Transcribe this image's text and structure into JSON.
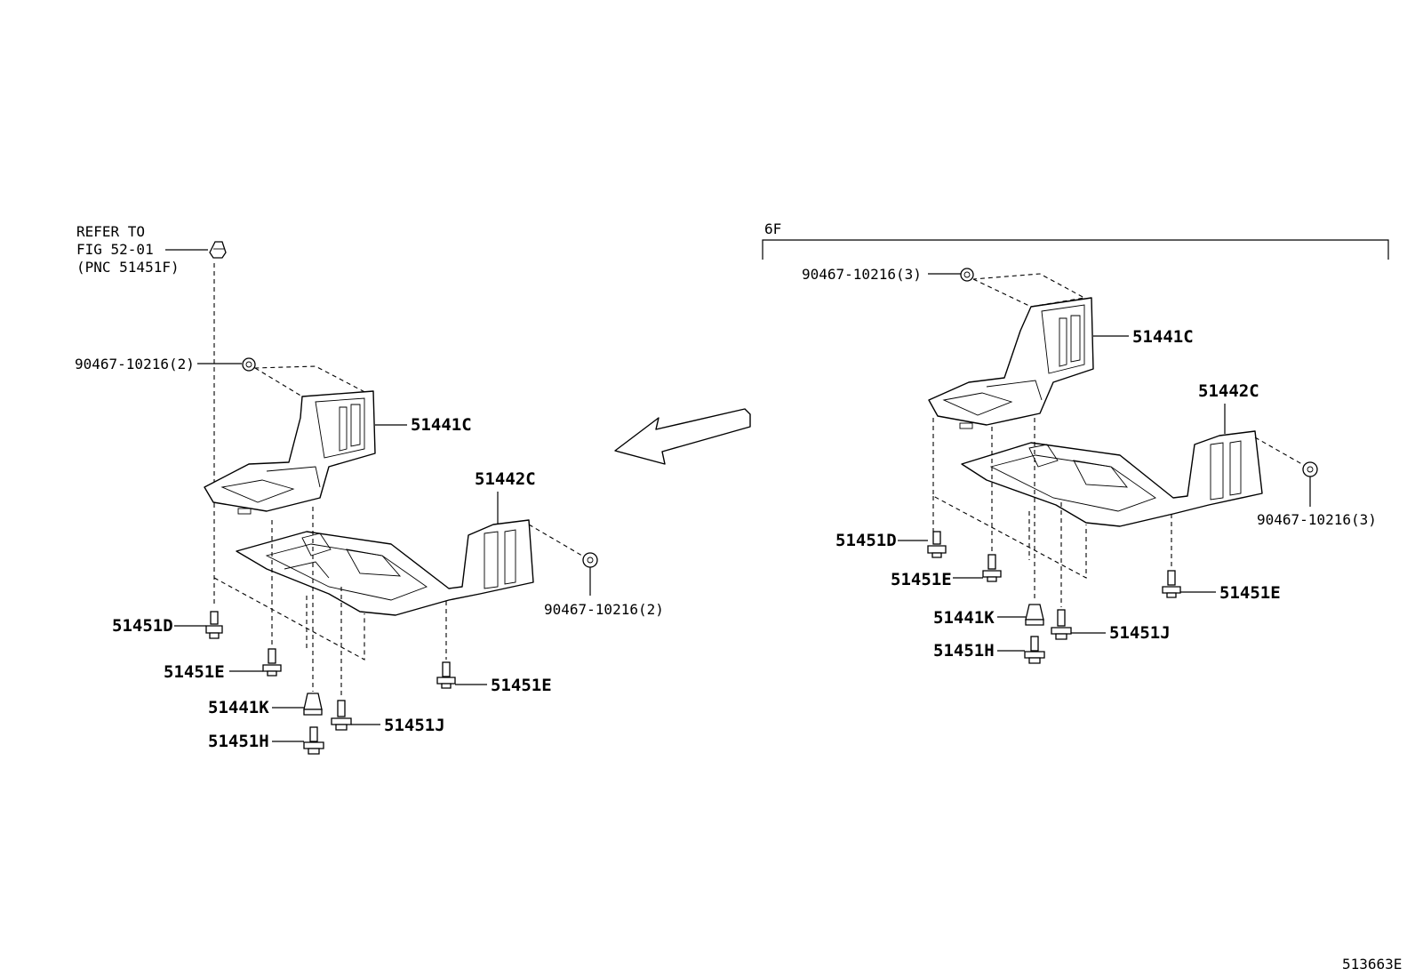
{
  "refer_note": {
    "line1": "REFER TO",
    "line2": "FIG 52-01",
    "line3": "(PNC 51451F)"
  },
  "variant_tag": "6F",
  "figure_number": "513663E",
  "left_assembly": {
    "labels": {
      "clip_top": "90467-10216(2)",
      "cover_upper": "51441C",
      "cover_lower": "51442C",
      "clip_right": "90467-10216(2)",
      "bolt_d": "51451D",
      "bolt_e_left": "51451E",
      "bolt_e_right": "51451E",
      "clip_k": "51441K",
      "bolt_j": "51451J",
      "bolt_h": "51451H"
    }
  },
  "right_assembly": {
    "labels": {
      "clip_top": "90467-10216(3)",
      "cover_upper": "51441C",
      "cover_lower": "51442C",
      "clip_right": "90467-10216(3)",
      "bolt_d": "51451D",
      "bolt_e_left": "51451E",
      "bolt_e_right": "51451E",
      "clip_k": "51441K",
      "bolt_j": "51451J",
      "bolt_h": "51451H"
    }
  }
}
